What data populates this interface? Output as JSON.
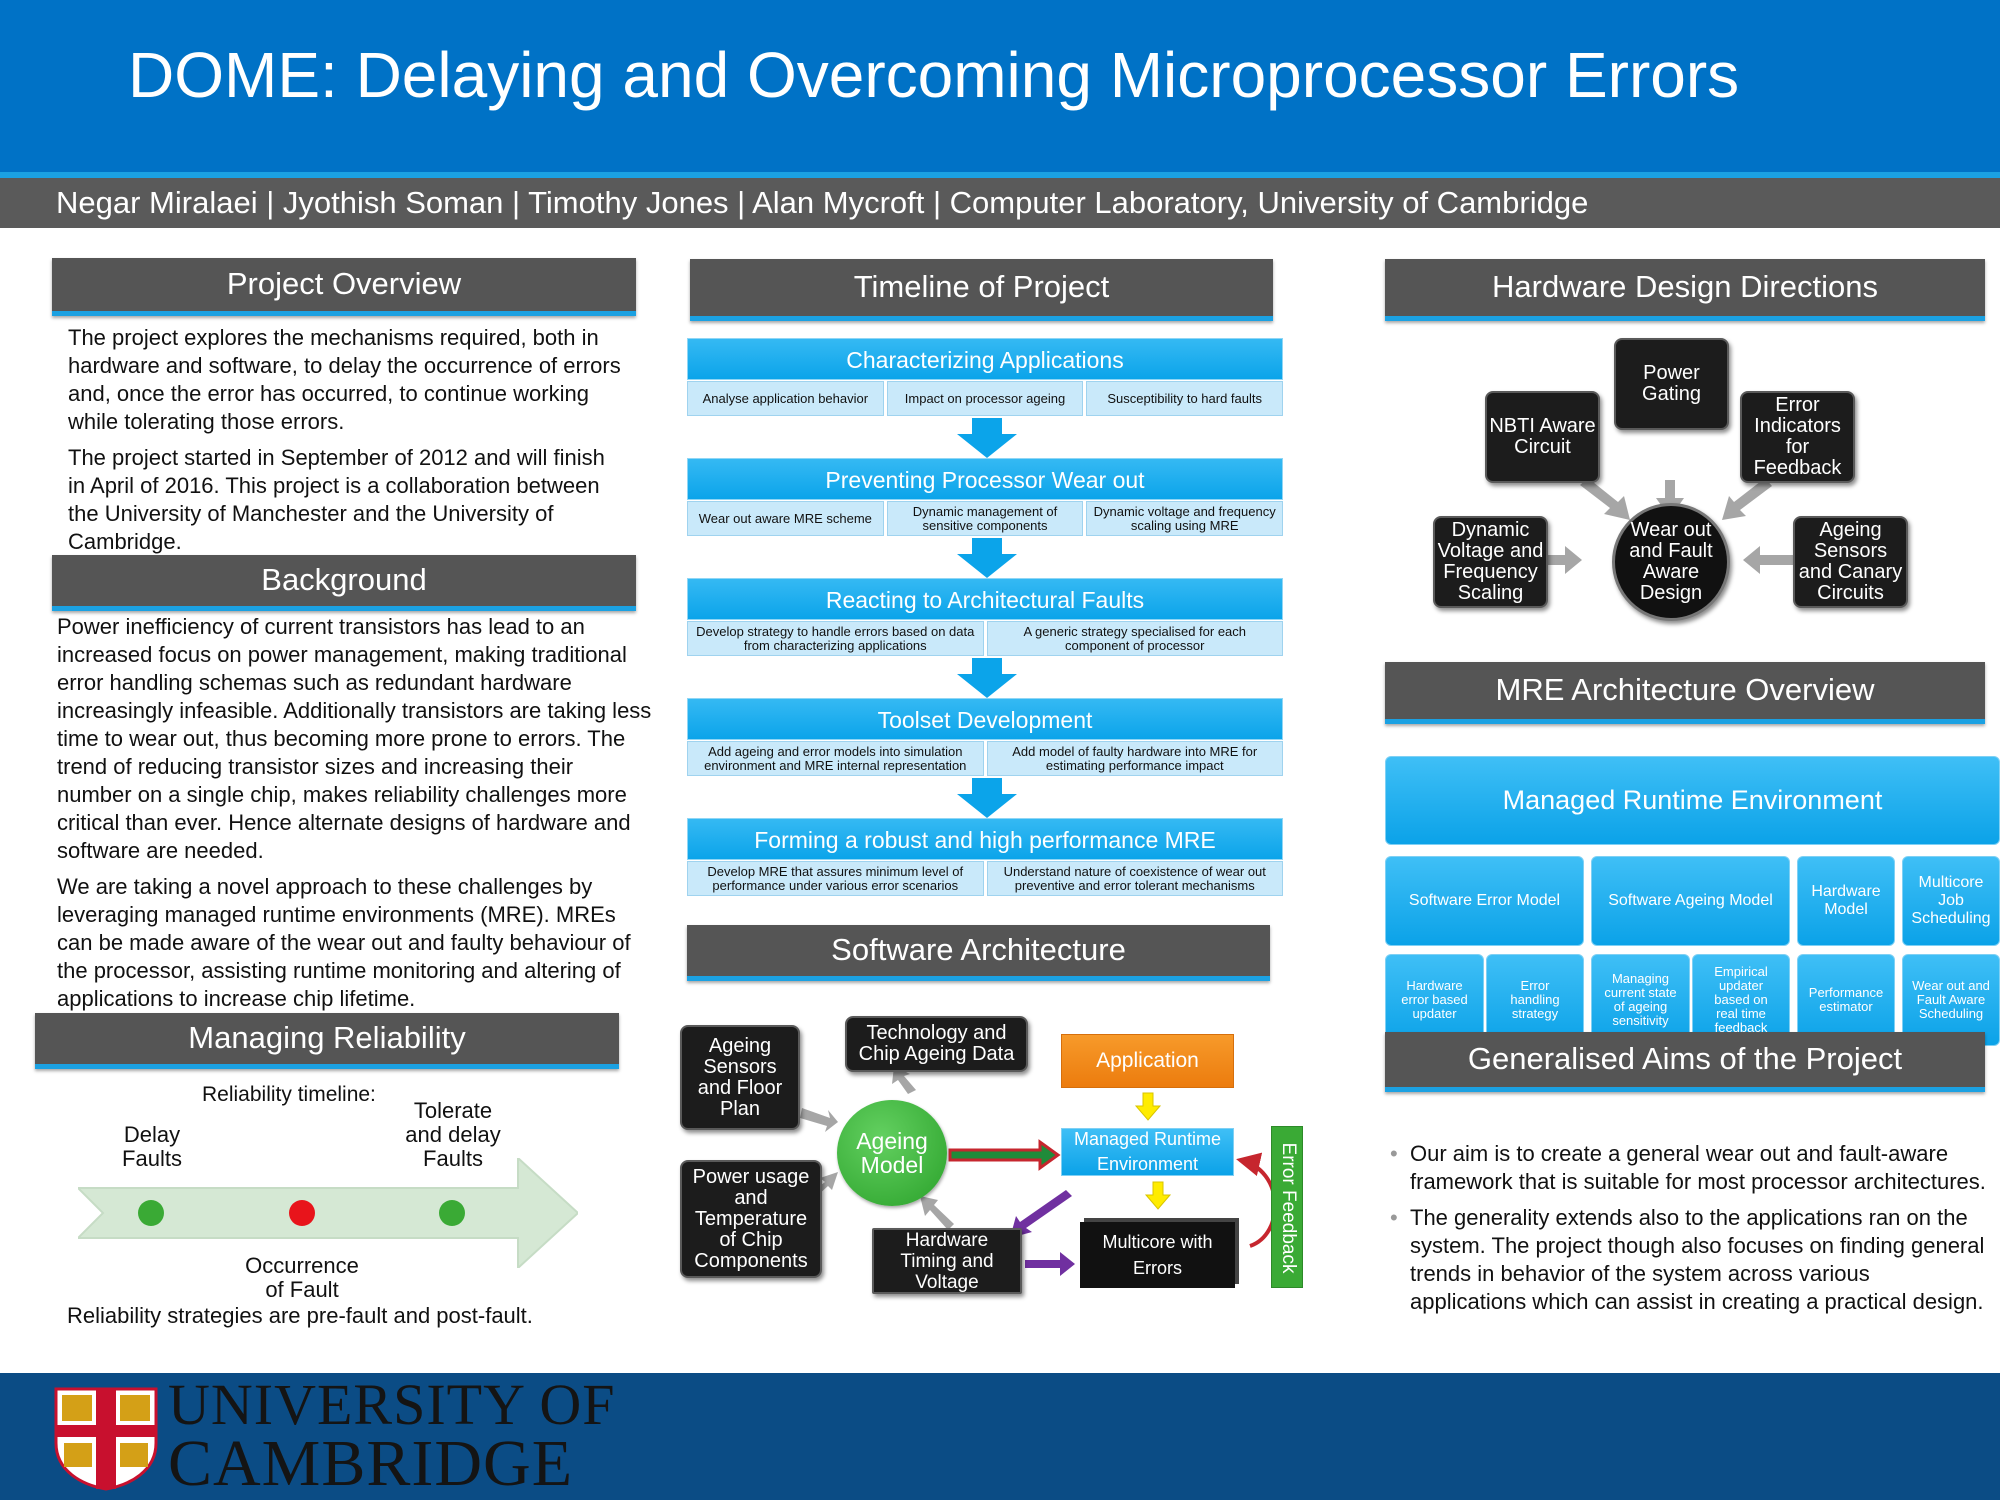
{
  "header": {
    "title": "DOME: Delaying and Overcoming Microprocessor Errors",
    "authors": "Negar Miralaei | Jyothish Soman | Timothy Jones | Alan Mycroft | Computer Laboratory, University of Cambridge"
  },
  "overview": {
    "heading": "Project Overview",
    "p1": "The project explores the mechanisms required, both in hardware and software,  to delay the occurrence of errors and, once the error has occurred, to continue working while tolerating those errors.",
    "p2": "The project started in September of 2012 and will finish in April of 2016. This project is a collaboration between the University of Manchester and the University of Cambridge."
  },
  "background": {
    "heading": "Background",
    "p1": "Power inefficiency of current transistors has lead to an increased focus on power management, making traditional error handling schemas such as redundant hardware increasingly infeasible. Additionally transistors are taking less time to wear out, thus becoming more prone to errors. The trend of reducing transistor sizes and increasing their number on a single chip, makes reliability challenges more critical than ever. Hence alternate designs of hardware and software are needed.",
    "p2": "We are taking a novel approach to these challenges by leveraging managed runtime environments (MRE). MREs can be made aware of the wear out and faulty behaviour of the processor, assisting runtime monitoring and altering of applications to increase chip lifetime."
  },
  "reliability": {
    "heading": "Managing Reliability",
    "timeline_label": "Reliability timeline:",
    "delay": "Delay\nFaults",
    "tolerate": "Tolerate\nand delay\nFaults",
    "occurrence": "Occurrence\nof Fault",
    "footer": "Reliability strategies are pre-fault and post-fault.",
    "colors": {
      "arrow": "#d5e8d4",
      "green": "#3aaa35",
      "red": "#e8141b"
    }
  },
  "timeline": {
    "heading": "Timeline of Project",
    "stages": [
      {
        "title": "Characterizing Applications",
        "items": [
          "Analyse application behavior",
          "Impact on processor ageing",
          "Susceptibility to hard faults"
        ]
      },
      {
        "title": "Preventing Processor Wear out",
        "items": [
          "Wear out aware MRE scheme",
          "Dynamic management of sensitive components",
          "Dynamic voltage and frequency scaling using MRE"
        ]
      },
      {
        "title": "Reacting to Architectural  Faults",
        "items": [
          "Develop strategy to handle errors based on data from characterizing applications",
          "A generic strategy specialised for each component of processor"
        ]
      },
      {
        "title": "Toolset Development",
        "items": [
          "Add ageing and error models into simulation environment and MRE internal representation",
          "Add model of faulty hardware into MRE for estimating performance impact"
        ]
      },
      {
        "title": "Forming a robust and high performance MRE",
        "items": [
          "Develop MRE that assures minimum level of performance under various error scenarios",
          "Understand nature of coexistence of wear out preventive and error tolerant mechanisms"
        ]
      }
    ]
  },
  "software": {
    "heading": "Software Architecture",
    "ageing_sensors": "Ageing\nSensors\nand Floor\nPlan",
    "tech_data": "Technology and\nChip Ageing Data",
    "power_usage": "Power usage\nand\nTemperature\nof Chip\nComponents",
    "ageing_model": "Ageing\nModel",
    "application": "Application",
    "mre": "Managed Runtime\nEnvironment",
    "hw_timing": "Hardware\nTiming and\nVoltage",
    "multicore": "Multicore with\nErrors",
    "error_feedback": "Error Feedback"
  },
  "hardware": {
    "heading": "Hardware Design Directions",
    "nbti": "NBTI Aware\nCircuit",
    "power_gating": "Power\nGating",
    "error_indicators": "Error\nIndicators\nfor\nFeedback",
    "dvfs": "Dynamic\nVoltage and\nFrequency\nScaling",
    "center": "Wear out\nand Fault\nAware\nDesign",
    "ageing_sensors": "Ageing\nSensors\nand Canary\nCircuits"
  },
  "mre_arch": {
    "heading": "MRE Architecture Overview",
    "top": "Managed Runtime Environment",
    "mid": [
      "Software Error Model",
      "Software Ageing Model",
      "Hardware\nModel",
      "Multicore\nJob\nScheduling"
    ],
    "bottom": [
      "Hardware\nerror based\nupdater",
      "Error\nhandling\nstrategy",
      "Managing\ncurrent state\nof ageing\nsensitivity",
      "Empirical\nupdater\nbased on\nreal time\nfeedback",
      "Performance\nestimator",
      "Wear out and\nFault Aware\nScheduling"
    ]
  },
  "aims": {
    "heading": "Generalised Aims of the Project",
    "b1": "Our aim is to create a general wear out and fault-aware framework that is suitable for most processor architectures.",
    "b2": "The generality extends also to the applications ran on the system. The project though also focuses on finding general trends in behavior of the system across various applications which can assist in creating a practical design."
  },
  "footer": {
    "line1": "UNIVERSITY OF",
    "line2": "CAMBRIDGE"
  },
  "colors": {
    "header_blue": "#0072c6",
    "accent_blue": "#1ba1e2",
    "section_gray": "#555555",
    "footer_navy": "#0b4c85"
  }
}
